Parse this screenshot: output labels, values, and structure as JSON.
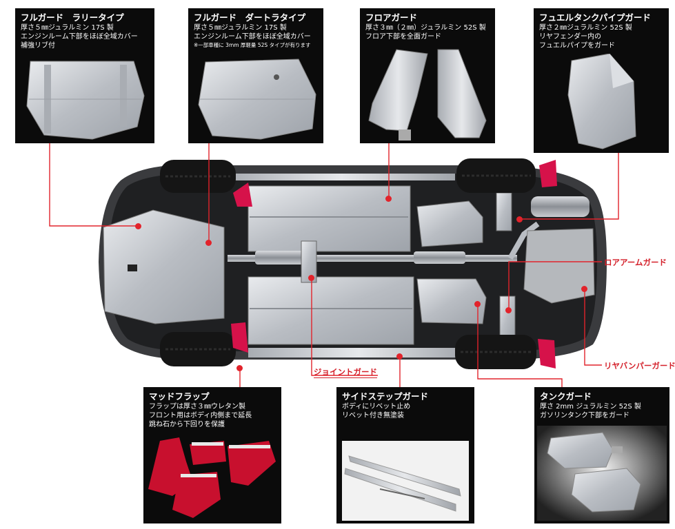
{
  "panels": {
    "rally": {
      "title": "フルガード　ラリータイプ",
      "lines": [
        "厚さ５㎜ジュラルミン 17S 製",
        "エンジンルーム下部をほぼ全域カバー",
        "補強リブ付"
      ]
    },
    "dirt": {
      "title": "フルガード　ダートラタイプ",
      "lines": [
        "厚さ５㎜ジュラルミン 17S 製",
        "エンジンルーム下部をほぼ全域カバー"
      ],
      "note": "※一部車種に 3mm 厚軽量 52S タイプが有ります"
    },
    "floor": {
      "title": "フロアガード",
      "lines": [
        "厚さ３㎜（２㎜）ジュラルミン 52S 製",
        "フロア下部を全面ガード"
      ]
    },
    "fuel": {
      "title": "フュエルタンクパイプガード",
      "lines": [
        "厚さ２㎜ジュラルミン 52S 製",
        "リヤフェンダー内の",
        "フュエルパイプをガード"
      ]
    },
    "mud": {
      "title": "マッドフラップ",
      "lines": [
        "フラップは厚さ３㎜ウレタン製",
        "フロント用はボディ内側まで延長",
        "跳ね石から下回りを保護"
      ]
    },
    "side": {
      "title": "サイドステップガード",
      "lines": [
        "ボディにリベット止め",
        "リベット付き無塗装"
      ]
    },
    "tank": {
      "title": "タンクガード",
      "lines": [
        "厚さ 2mm ジュラルミン 52S 製",
        "ガソリンタンク下部をガード"
      ]
    }
  },
  "labels": {
    "lower_arm": "ロアアームガード",
    "rear_bumper": "リヤバンパーガード",
    "joint": "ジョイントガード"
  },
  "colors": {
    "panel_bg": "#0b0b0b",
    "accent_red": "#d4202a",
    "aluminum": "#c9ccd0",
    "flap_red": "#c8102e"
  }
}
